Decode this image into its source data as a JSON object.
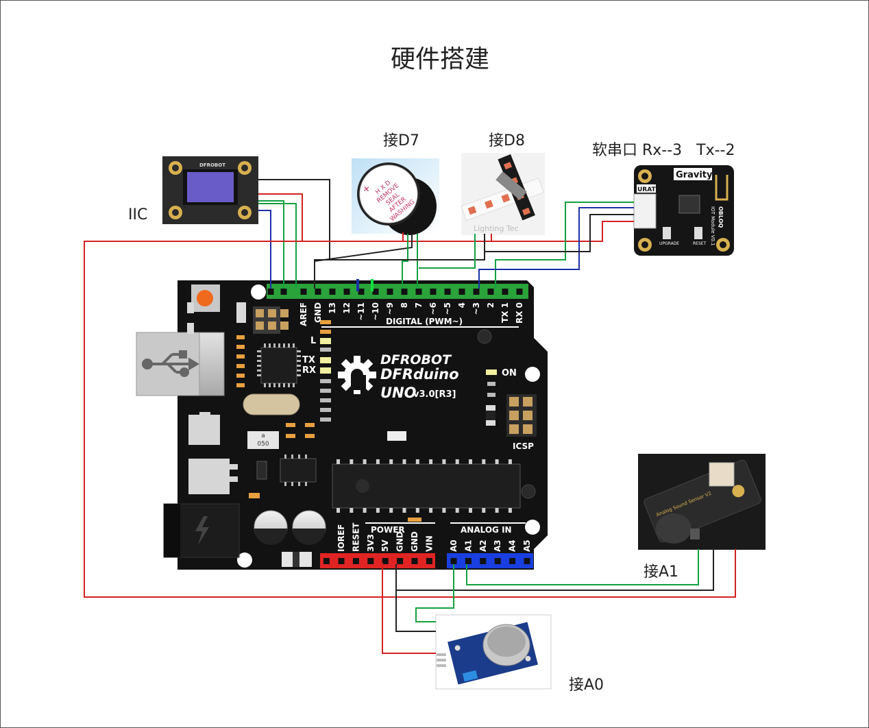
{
  "title": "硬件搭建",
  "labels": {
    "iic": "IIC",
    "buzzer": "接D7",
    "ledstrip": "接D8",
    "obloq": "软串口 Rx--3   Tx--2",
    "sound": "接A1",
    "gas": "接A0"
  },
  "board": {
    "brand": "DFROBOT",
    "model": "DFRduino",
    "version_main": "UNO",
    "version_sub": "v3.0[R3]",
    "digital_header": "DIGITAL (PWM~)",
    "digital_pins": [
      "AREF",
      "GND",
      "13",
      "12",
      "~11",
      "~10",
      "~9",
      "8",
      "7",
      "~6",
      "~5",
      "4",
      "~3",
      "2",
      "TX 1",
      "RX 0"
    ],
    "power_header": "POWER",
    "power_pins": [
      "IOREF",
      "RESET",
      "3V3",
      "5V",
      "GND",
      "GND",
      "VIN"
    ],
    "analog_header": "ANALOG IN",
    "analog_pins": [
      "A0",
      "A1",
      "A2",
      "A3",
      "A4",
      "A5"
    ],
    "led_l": "L",
    "led_tx": "TX",
    "led_rx": "RX",
    "led_on": "ON",
    "icsp": "ICSP",
    "crystal": "a\n050"
  },
  "modules": {
    "oled_brand": "DFROBOT",
    "buzzer_text": [
      "+",
      "H X D",
      "REMOVE",
      "SEAL",
      "AFTER",
      "WASHING"
    ],
    "strip_watermark": "Lighting Tec",
    "obloq_title": "Gravity",
    "obloq_urat": "URAT",
    "obloq_side": "OBLOQ",
    "obloq_side2": "IOT Module V0.1",
    "obloq_upgrade": "UPGRADE",
    "obloq_reset": "RESET",
    "sound_text": "Analog Sound Sensor V2"
  },
  "colors": {
    "wire_red": "#d42020",
    "wire_black": "#222222",
    "wire_green": "#12a040",
    "wire_blue": "#1b2fa8",
    "board": "#121212",
    "header_green": "#2aa33a",
    "header_red": "#e02424",
    "header_blue": "#1a3fe0"
  }
}
